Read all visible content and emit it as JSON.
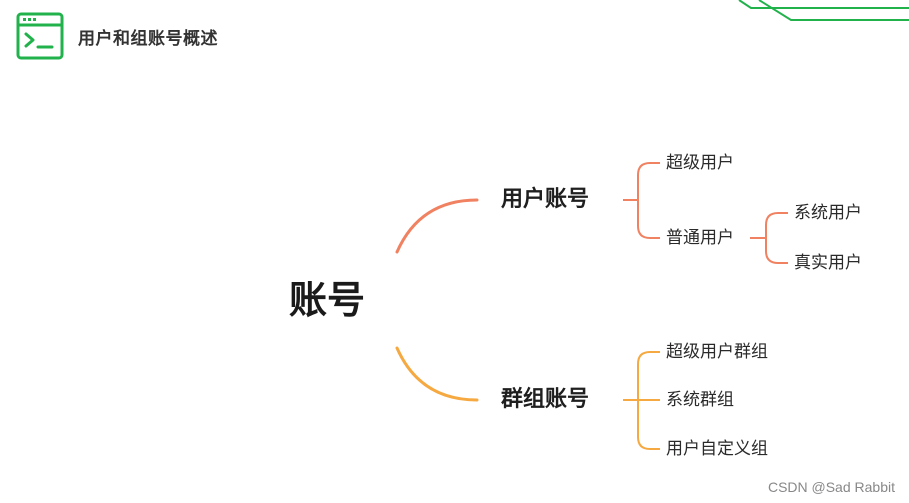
{
  "header": {
    "title": "用户和组账号概述",
    "icon": "terminal-icon"
  },
  "colors": {
    "accent_green": "#22b24c",
    "user_branch": "#f08262",
    "group_branch": "#f5a940"
  },
  "mindmap": {
    "root": "账号",
    "user_branch": {
      "label": "用户账号",
      "children": [
        {
          "label": "超级用户"
        },
        {
          "label": "普通用户",
          "children": [
            "系统用户",
            "真实用户"
          ]
        }
      ]
    },
    "group_branch": {
      "label": "群组账号",
      "children": [
        {
          "label": "超级用户群组"
        },
        {
          "label": "系统群组"
        },
        {
          "label": "用户自定义组"
        }
      ]
    }
  },
  "watermark": "CSDN @Sad Rabbit"
}
